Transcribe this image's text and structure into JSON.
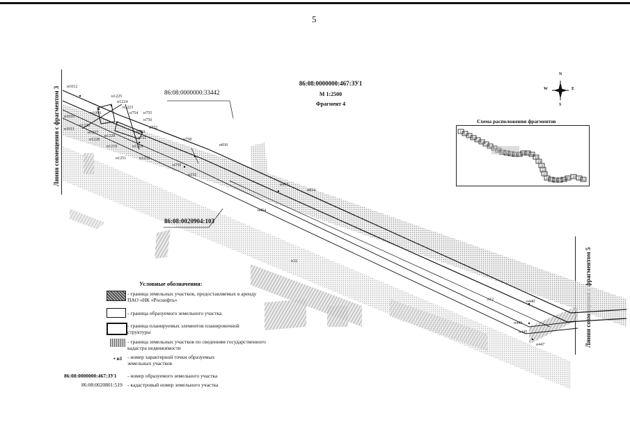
{
  "page_number": "5",
  "side_labels": {
    "left": "Линия совмещения с фрагментом 3",
    "right": "Линия совмещения с фрагментом 5"
  },
  "header": {
    "plot_id": "86:08:0000000:467:ЗУ1",
    "scale": "М 1:2500",
    "fragment": "Фрагмент 4"
  },
  "parcels": {
    "top": "86:08:0000000:33442",
    "middle": "86:08:0020904:103"
  },
  "compass": {
    "n": "N",
    "s": "S",
    "w": "W",
    "e": "E"
  },
  "scheme": {
    "title": "Схема расположения фрагментов",
    "fragments": [
      "1",
      "2",
      "3",
      "4",
      "5",
      "6",
      "7",
      "8",
      "9",
      "10",
      "11",
      "12",
      "13",
      "14",
      "15",
      "16",
      "17",
      "18",
      "19",
      "20",
      "21",
      "22",
      "23",
      "24",
      "25",
      "26",
      "27",
      "28",
      "29",
      "30",
      "31",
      "32",
      "33"
    ]
  },
  "point_labels": [
    "н1012",
    "н1010",
    "н1011",
    "н1000",
    "н1225",
    "н1224",
    "н1223",
    "н1226",
    "н1227",
    "н1228",
    "н1229",
    "н1219",
    "н1218",
    "н1251",
    "н1252",
    "н754",
    "н755",
    "н750",
    "н752",
    "н753",
    "н751",
    "н758",
    "н759",
    "н836",
    "н232",
    "н834",
    "н417",
    "н454",
    "н32",
    "н12",
    "н440",
    "н443",
    "н447",
    "н445"
  ],
  "legend": {
    "title": "Условные обозначения:",
    "items": [
      "- граница земельных участков, предоставляемых в аренду ПАО «НК «Роснефть»",
      "- граница образуемого земельного участка",
      "- граница планируемых элементов планировочной структуры",
      "- граница земельных участков по сведениям государственного кадастра недвижимости",
      "- номер характерной точки образуемых земельных участков",
      "- номер образуемого земельного участка",
      "- кадастровый номер земельного участка"
    ],
    "point_symbol": "н1",
    "sample_plot": "86:08:0000000:467:ЗУ1",
    "sample_cadastral": "86:08:0020801:519"
  }
}
